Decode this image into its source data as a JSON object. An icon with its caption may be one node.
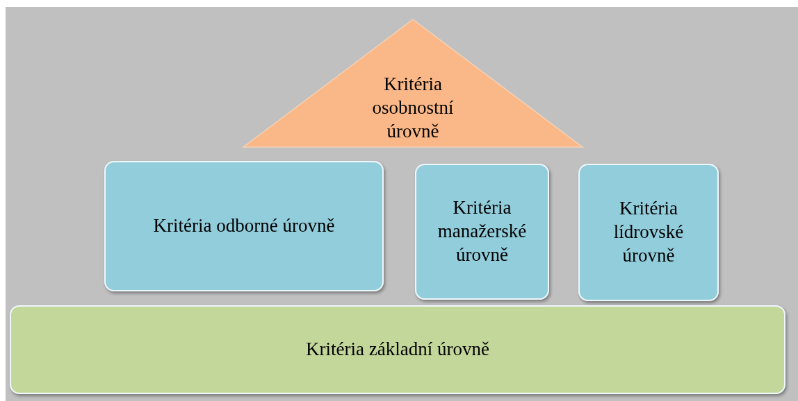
{
  "diagram": {
    "nodes": [
      {
        "text": [
          "Kritéria osobnostní úrovně"
        ]
      },
      {
        "text": [
          "Kritéria odborné úrovně"
        ]
      },
      {
        "text": [
          "Kritéria manažerské úrovně"
        ]
      },
      {
        "text": [
          "Kritéria lídrovské úrovně"
        ]
      },
      {
        "text": [
          "Kritéria základní úrovně"
        ]
      }
    ]
  }
}
